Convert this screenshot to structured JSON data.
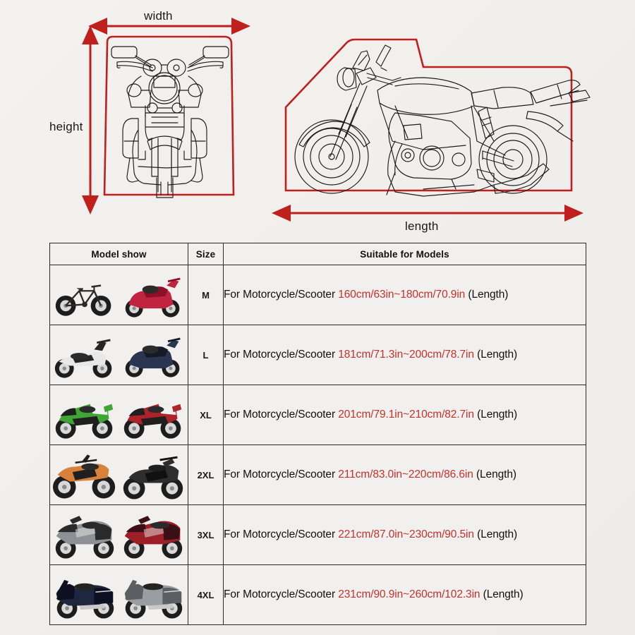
{
  "diagram": {
    "width_label": "width",
    "height_label": "height",
    "length_label": "length",
    "cover_color": "#c0201d",
    "bike_outline_color": "#1c1c1c",
    "background_color": "#f2f0ee"
  },
  "table": {
    "headers": {
      "model": "Model show",
      "size": "Size",
      "suitable": "Suitable for Models"
    },
    "accent_color": "#c6302a",
    "rows": [
      {
        "size": "M",
        "prefix": "For Motorcycle/Scooter ",
        "range": "160cm/63in~180cm/70.9in",
        "suffix": " (Length)",
        "thumbs": [
          {
            "name": "bicycle-thumb",
            "type": "bicycle",
            "color": "#e9e9ea",
            "accent": "#2b2b2b"
          },
          {
            "name": "scooter-thumb",
            "type": "scooter",
            "color": "#c0243f",
            "accent": "#8d1029"
          }
        ]
      },
      {
        "size": "L",
        "prefix": "For Motorcycle/Scooter ",
        "range": "181cm/71.3in~200cm/78.7in",
        "suffix": " (Length)",
        "thumbs": [
          {
            "name": "moped-thumb",
            "type": "moped",
            "color": "#e8e8e8",
            "accent": "#262626"
          },
          {
            "name": "scooter-thumb",
            "type": "scooter",
            "color": "#2b3550",
            "accent": "#151a28"
          }
        ]
      },
      {
        "size": "XL",
        "prefix": "For Motorcycle/Scooter ",
        "range": "201cm/79.1in~210cm/82.7in",
        "suffix": " (Length)",
        "thumbs": [
          {
            "name": "sportbike-thumb",
            "type": "sportbike",
            "color": "#3fa535",
            "accent": "#1f1f1f"
          },
          {
            "name": "sportbike-thumb",
            "type": "sportbike",
            "color": "#b02229",
            "accent": "#1f1f1f"
          }
        ]
      },
      {
        "size": "2XL",
        "prefix": "For Motorcycle/Scooter ",
        "range": "211cm/83.0in~220cm/86.6in",
        "suffix": " (Length)",
        "thumbs": [
          {
            "name": "enduro-thumb",
            "type": "enduro",
            "color": "#d8813a",
            "accent": "#1f1f1f"
          },
          {
            "name": "naked-thumb",
            "type": "naked",
            "color": "#2e2e2e",
            "accent": "#111111"
          }
        ]
      },
      {
        "size": "3XL",
        "prefix": "For Motorcycle/Scooter ",
        "range": "221cm/87.0in~230cm/90.5in",
        "suffix": " (Length)",
        "thumbs": [
          {
            "name": "sport-tourer-thumb",
            "type": "tourer",
            "color": "#8d9095",
            "accent": "#2a2a2a"
          },
          {
            "name": "tourer-thumb",
            "type": "tourer",
            "color": "#9c1f28",
            "accent": "#3a1014"
          }
        ]
      },
      {
        "size": "4XL",
        "prefix": "For Motorcycle/Scooter ",
        "range": "231cm/90.9in~260cm/102.3in",
        "suffix": " (Length)",
        "thumbs": [
          {
            "name": "bagger-thumb",
            "type": "bagger",
            "color": "#1e2640",
            "accent": "#0d1020"
          },
          {
            "name": "dresser-thumb",
            "type": "bagger",
            "color": "#9a9da2",
            "accent": "#5b5e63"
          }
        ]
      }
    ]
  }
}
